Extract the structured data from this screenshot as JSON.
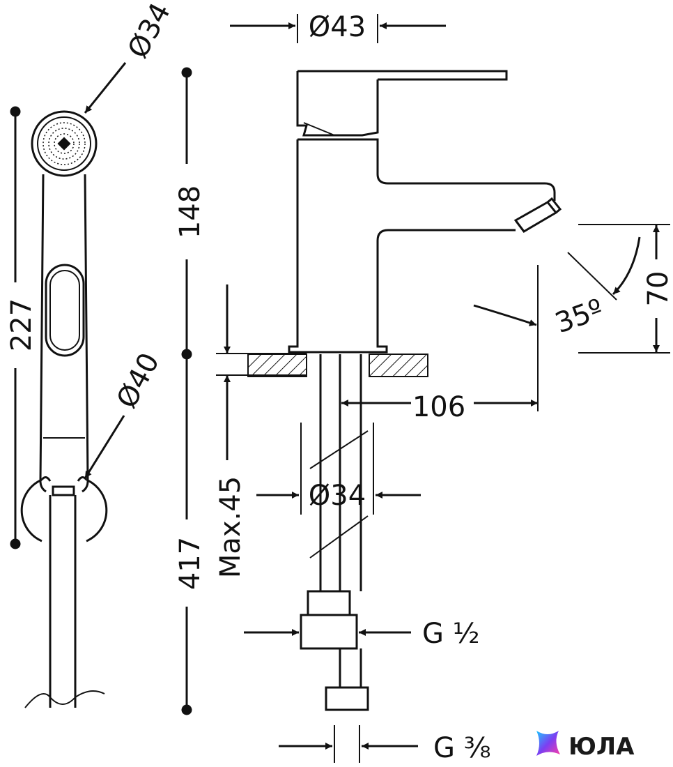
{
  "dimensions": {
    "handshower_head_diameter": "Ø34",
    "handshower_holder_diameter": "Ø40",
    "handshower_length": "227",
    "spout_to_base_height": "148",
    "overall_hose_length": "417",
    "max_deck_thickness": "Max.45",
    "body_top_diameter": "Ø43",
    "spout_reach": "106",
    "spout_angle": "35º",
    "spout_outlet_height": "70",
    "connection_tube_diameter": "Ø34",
    "connection_thread_main": "G ½",
    "connection_thread_small": "G ⅜"
  },
  "logo": {
    "text": "ЮЛА",
    "gradient_colors": [
      "#1ec8ff",
      "#7b3ff2",
      "#ff3ea5"
    ]
  },
  "colors": {
    "line": "#111111",
    "background": "#ffffff"
  }
}
